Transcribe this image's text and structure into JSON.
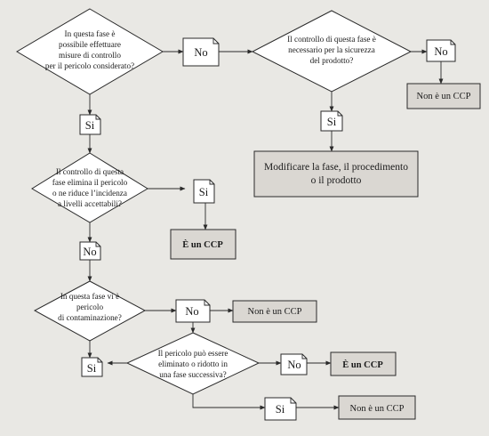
{
  "decisions": {
    "q1": [
      "In questa fase è",
      "possibile effettuare",
      "misure di controllo",
      "per il pericolo considerato?"
    ],
    "q2": [
      "Il controllo di questa fase è",
      "necessario per la sicurezza",
      "del prodotto?"
    ],
    "q3": [
      "Il controllo di questa",
      "fase elimina il pericolo",
      "o ne riduce l’incidenza",
      "a livelli accettabili?"
    ],
    "q4": [
      "In questa fase vi è",
      "pericolo",
      "di contaminazione?"
    ],
    "q5": [
      "Il pericolo può essere",
      "eliminato o ridotto in",
      "una fase successiva?"
    ]
  },
  "answers": {
    "no1": "No",
    "no2": "No",
    "si1": "Si",
    "si2": "Si",
    "si3": "Si",
    "no3": "No",
    "no4": "No",
    "si4": "Si",
    "no5": "No",
    "si5": "Si"
  },
  "results": {
    "r_non_ccp_1": "Non è un CCP",
    "r_modify": [
      "Modificare la fase, il procedimento",
      "o il prodotto"
    ],
    "r_ccp_1": "È un CCP",
    "r_non_ccp_2": "Non è un CCP",
    "r_ccp_2": "È un CCP",
    "r_non_ccp_3": "Non è un CCP"
  }
}
